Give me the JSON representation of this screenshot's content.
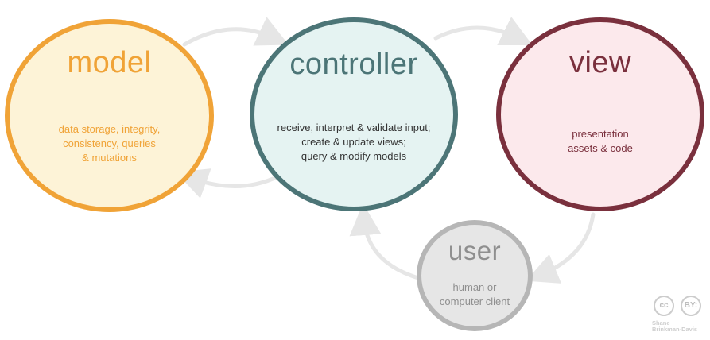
{
  "colors": {
    "model_accent": "#f0a337",
    "model_fill": "#fdf3d7",
    "controller_accent": "#4c7577",
    "controller_fill": "#e5f3f2",
    "view_accent": "#7a303d",
    "view_fill": "#fce9ec",
    "user_accent": "#b6b6b6",
    "user_fill": "#e6e6e6",
    "arrow": "#e6e6e6"
  },
  "nodes": {
    "model": {
      "title": "model",
      "description": "data storage, integrity,\nconsistency, queries\n& mutations"
    },
    "controller": {
      "title": "controller",
      "description": "receive, interpret & validate input;\ncreate & update views;\nquery & modify models"
    },
    "view": {
      "title": "view",
      "description": "presentation\nassets & code"
    },
    "user": {
      "title": "user",
      "description": "human or\ncomputer client"
    }
  },
  "edges": [
    {
      "from": "model",
      "to": "controller"
    },
    {
      "from": "controller",
      "to": "model"
    },
    {
      "from": "controller",
      "to": "view"
    },
    {
      "from": "view",
      "to": "user"
    },
    {
      "from": "user",
      "to": "controller"
    }
  ],
  "license": {
    "cc_label": "cc",
    "by_label": "BY:",
    "author_first": "Shane",
    "author_last": "Brinkman-Davis"
  }
}
